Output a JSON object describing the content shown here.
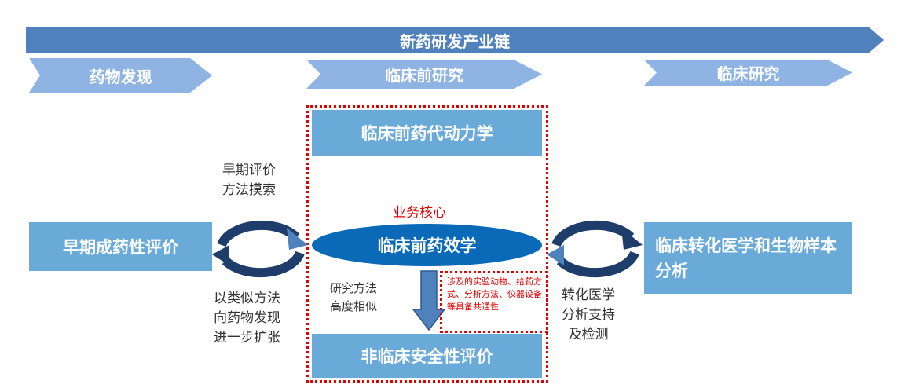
{
  "header": {
    "title": "新药研发产业链"
  },
  "stages": [
    "药物发现",
    "临床前研究",
    "临床研究"
  ],
  "boxes": {
    "pk": "临床前药代动力学",
    "core_label": "业务核心",
    "pd": "临床前药效学",
    "safety": "非临床安全性评价",
    "early": "早期成药性评价",
    "clinical": "临床转化医学和生物样本分析"
  },
  "notes": {
    "early_method": [
      "早期评价",
      "方法摸索"
    ],
    "expand": [
      "以类似方法",
      "向药物发现",
      "进一步扩张"
    ],
    "translational": [
      "转化医学",
      "分析支持",
      "及检测"
    ],
    "similar": [
      "研究方法",
      "高度相似"
    ],
    "common": "涉及的实验动物、给药方式、分析方法、仪器设备等具备共通性"
  },
  "colors": {
    "main_arrow": "#4f81bd",
    "chevron": "#8fb4e3",
    "box": "#6aaad8",
    "ellipse": "#0a6ab8",
    "red": "#e00000"
  }
}
